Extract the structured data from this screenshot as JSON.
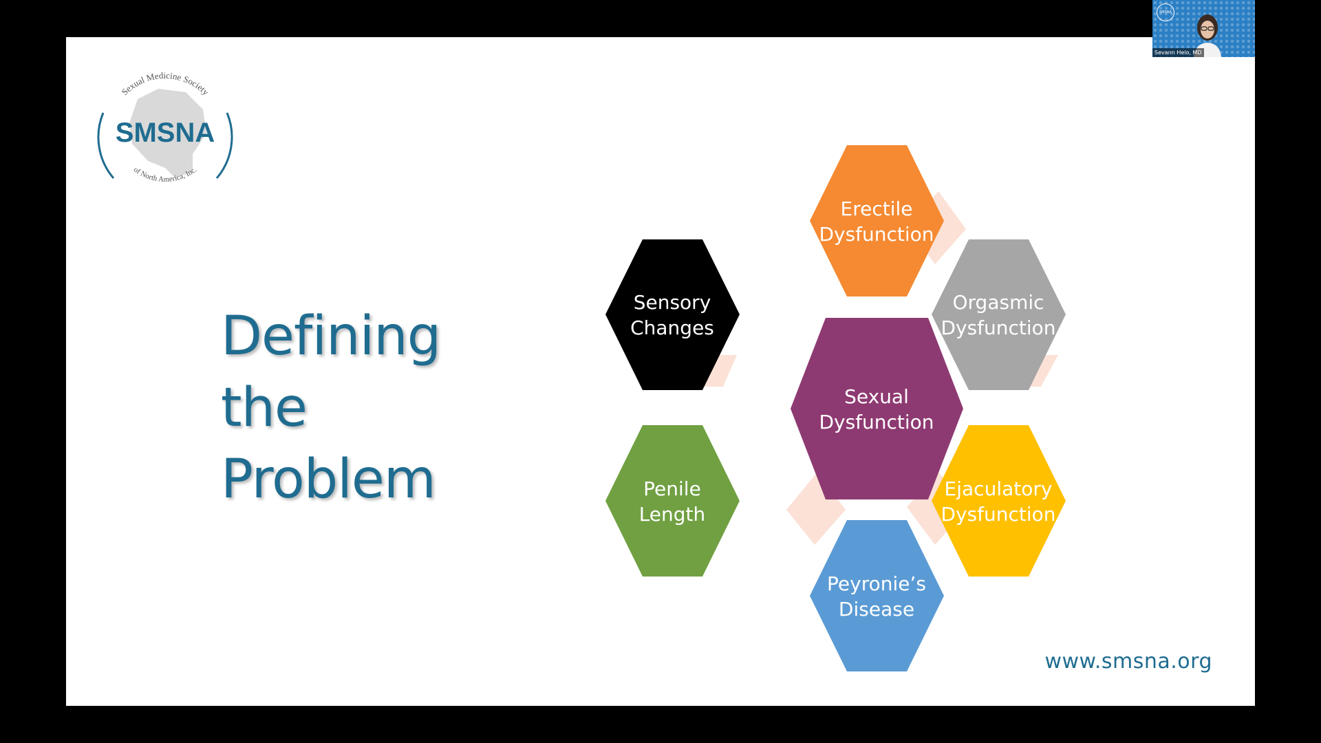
{
  "slide": {
    "title_lines": [
      "Defining",
      "the",
      "Problem"
    ],
    "url": "www.smsna.org",
    "logo": {
      "acronym": "SMSNA",
      "arc_top": "Sexual Medicine Society",
      "arc_bottom": "of North America, Inc."
    },
    "hexagons": {
      "center": {
        "line1": "Sexual",
        "line2": "Dysfunction",
        "color": "#8e3a72"
      },
      "top": {
        "line1": "Erectile",
        "line2": "Dysfunction",
        "color": "#f58a32"
      },
      "top_right": {
        "line1": "Orgasmic",
        "line2": "Dysfunction",
        "color": "#a6a6a6"
      },
      "bot_right": {
        "line1": "Ejaculatory",
        "line2": "Dysfunction",
        "color": "#ffc000"
      },
      "bottom": {
        "line1": "Peyronie’s",
        "line2": "Disease",
        "color": "#5b9bd5"
      },
      "bot_left": {
        "line1": "Penile",
        "line2": "Length",
        "color": "#70a042"
      },
      "top_left": {
        "line1": "Sensory",
        "line2": "Changes",
        "color": "#000000"
      }
    },
    "connector_color": "#fbe1d6",
    "brand_color": "#1f6c90"
  },
  "webcam": {
    "name": "Sevann Helo, MD",
    "badge": "SMSNA"
  }
}
